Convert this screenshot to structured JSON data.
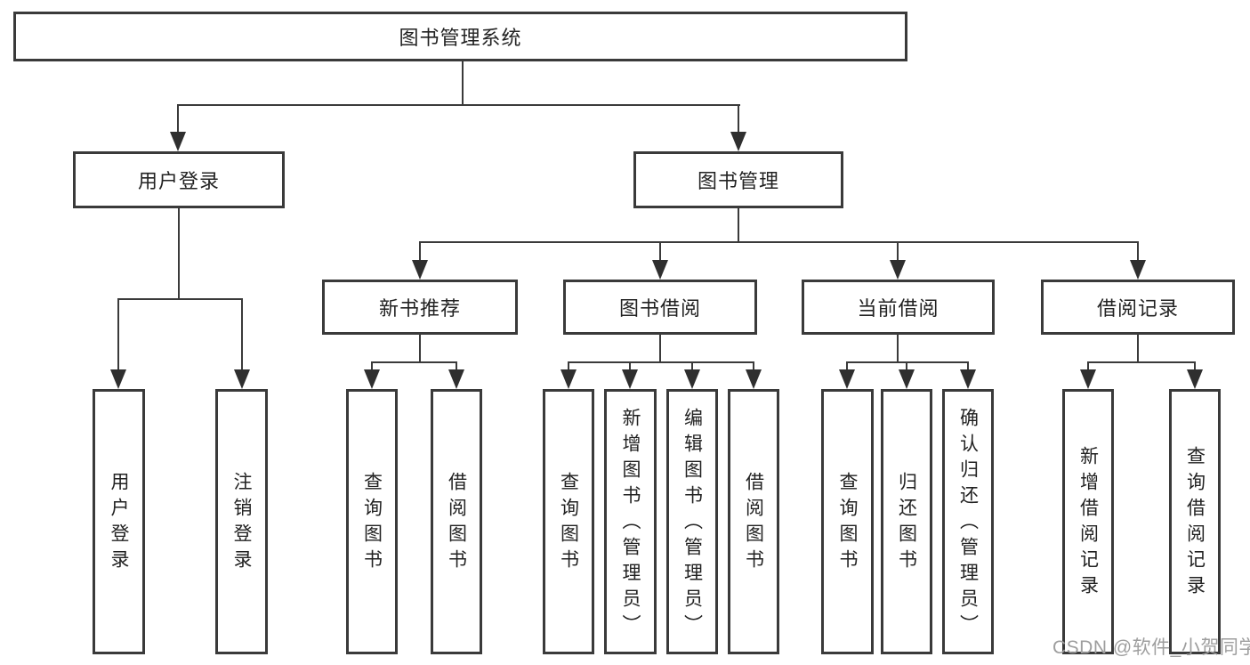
{
  "diagram": {
    "type": "hierarchy-diagram",
    "title": "图书管理系统",
    "watermark": "CSDN @软件_小贺同学",
    "colors": {
      "line": "#3a3a3a",
      "box_border": "#3a3a3a",
      "arrowhead": "#2f2f2f",
      "text": "#222222",
      "watermark": "#9e9e9e",
      "background": "#ffffff"
    },
    "nodes": {
      "root": {
        "label": "图书管理系统"
      },
      "user_login": {
        "label": "用户登录"
      },
      "book_mgmt": {
        "label": "图书管理"
      },
      "new_book_rec": {
        "label": "新书推荐"
      },
      "book_borrow": {
        "label": "图书借阅"
      },
      "current_borrow": {
        "label": "当前借阅"
      },
      "borrow_record": {
        "label": "借阅记录"
      },
      "leaf_user_login": {
        "label": "用户登录"
      },
      "leaf_logout": {
        "label": "注销登录"
      },
      "leaf_nbr_query_book": {
        "label": "查询图书"
      },
      "leaf_nbr_borrow_book": {
        "label": "借阅图书"
      },
      "leaf_bb_query_book": {
        "label": "查询图书"
      },
      "leaf_bb_add_book": {
        "label": "新增图书（管理员）"
      },
      "leaf_bb_edit_book": {
        "label": "编辑图书（管理员）"
      },
      "leaf_bb_borrow_book": {
        "label": "借阅图书"
      },
      "leaf_cb_query_book": {
        "label": "查询图书"
      },
      "leaf_cb_return_book": {
        "label": "归还图书"
      },
      "leaf_cb_confirm_return": {
        "label": "确认归还（管理员）"
      },
      "leaf_br_add_record": {
        "label": "新增借阅记录"
      },
      "leaf_br_query_record": {
        "label": "查询借阅记录"
      }
    },
    "hierarchy": {
      "图书管理系统": {
        "用户登录": [
          "用户登录",
          "注销登录"
        ],
        "图书管理": {
          "新书推荐": [
            "查询图书",
            "借阅图书"
          ],
          "图书借阅": [
            "查询图书",
            "新增图书（管理员）",
            "编辑图书（管理员）",
            "借阅图书"
          ],
          "当前借阅": [
            "查询图书",
            "归还图书",
            "确认归还（管理员）"
          ],
          "借阅记录": [
            "新增借阅记录",
            "查询借阅记录"
          ]
        }
      }
    }
  }
}
